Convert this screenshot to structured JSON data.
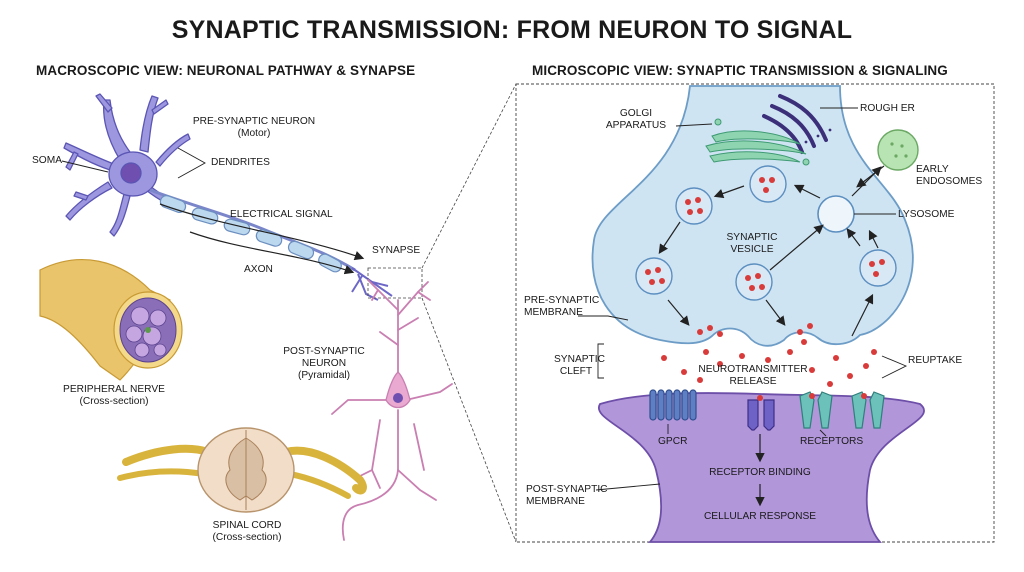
{
  "title": "SYNAPTIC TRANSMISSION: FROM NEURON TO SIGNAL",
  "macro": {
    "heading": "MACROSCOPIC VIEW: NEURONAL PATHWAY & SYNAPSE",
    "pre_neuron": "PRE-SYNAPTIC NEURON",
    "pre_neuron_type": "(Motor)",
    "soma": "SOMA",
    "dendrites": "DENDRITES",
    "electrical_signal": "ELECTRICAL SIGNAL",
    "axon": "AXON",
    "synapse": "SYNAPSE",
    "post_neuron": "POST-SYNAPTIC",
    "post_neuron2": "NEURON",
    "post_neuron_type": "(Pyramidal)",
    "nerve": "PERIPHERAL NERVE",
    "nerve_sub": "(Cross-section)",
    "cord": "SPINAL CORD",
    "cord_sub": "(Cross-section)"
  },
  "micro": {
    "heading": "MICROSCOPIC VIEW: SYNAPTIC TRANSMISSION & SIGNALING",
    "golgi1": "GOLGI",
    "golgi2": "APPARATUS",
    "rough_er": "ROUGH ER",
    "early1": "EARLY",
    "early2": "ENDOSOMES",
    "lysosome": "LYSOSOME",
    "vesicle1": "SYNAPTIC",
    "vesicle2": "VESICLE",
    "pre_membrane1": "PRE-SYNAPTIC",
    "pre_membrane2": "MEMBRANE",
    "cleft1": "SYNAPTIC",
    "cleft2": "CLEFT",
    "release1": "NEUROTRANSMITTER",
    "release2": "RELEASE",
    "reuptake": "REUPTAKE",
    "gpcr": "GPCR",
    "receptors": "RECEPTORS",
    "binding": "RECEPTOR BINDING",
    "response": "CELLULAR RESPONSE",
    "post_membrane1": "POST-SYNAPTIC",
    "post_membrane2": "MEMBRANE"
  },
  "colors": {
    "neuron_pre": "#8b86d6",
    "neuron_post": "#e7a6cf",
    "terminal": "#cfe4f3",
    "post_cell": "#a98bd0",
    "vesicle": "#cfe0f0",
    "neurotransmitter": "#d93a3a",
    "nerve": "#e9c46a",
    "cord": "#f0dcc8"
  }
}
